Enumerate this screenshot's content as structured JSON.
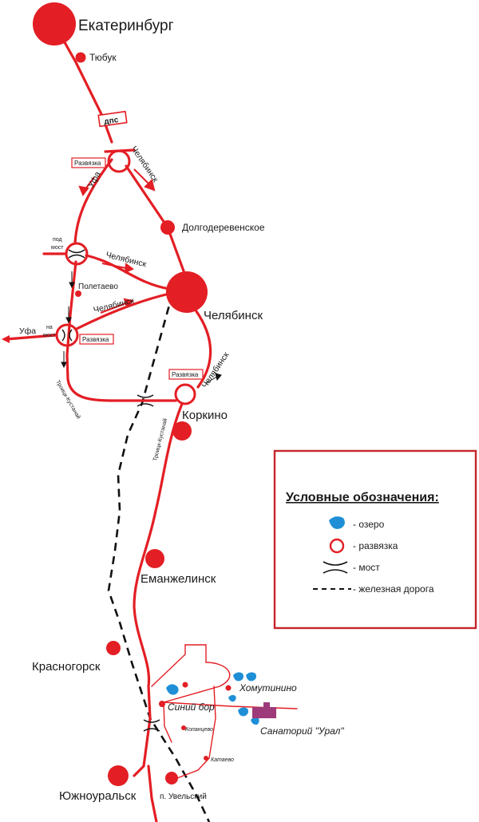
{
  "cities": {
    "ekaterinburg": "Екатеринбург",
    "tyubuk": "Тюбук",
    "dolgoderevenskoe": "Долгодеревенское",
    "poletaevo": "Полетаево",
    "chelyabinsk": "Челябинск",
    "korkino": "Коркино",
    "emanzhelinsk": "Еманжелинск",
    "krasnogorsk": "Красногорск",
    "yuzhnouralsk": "Южноуральск",
    "p_uvelsky": "п. Увельский",
    "khomutinino": "Хомутинино",
    "siniy_bor": "Синий бор",
    "sanatoriy_ural": "Санаторий \"Урал\"",
    "kopantsevo": "Копанцево",
    "kataevo": "Катаево"
  },
  "badges": {
    "dps": "дпс",
    "razvyazka": "Развязка"
  },
  "direction_labels": {
    "ufa": "Уфа",
    "chelyabinsk": "Челябинск",
    "troitsk_kustanai": "Троицк-Кустанай"
  },
  "bridge_notes": {
    "under_line1": "под",
    "under_line2": "мост",
    "on_line1": "на",
    "on_line2": "мост"
  },
  "legend": {
    "title": "Условные обозначения:",
    "lake": "- озеро",
    "interchange": "- развязка",
    "bridge": "- мост",
    "railway": "- железная дорога"
  },
  "colors": {
    "road": "#e31e24",
    "city": "#e31e24",
    "lake": "#1e8fd6",
    "sanatorium": "#9e3a7a",
    "railway": "#111111",
    "legend_border": "#c5242b"
  },
  "icons": [
    "lake-icon",
    "interchange-icon",
    "bridge-icon",
    "railway-icon",
    "city-icon"
  ]
}
